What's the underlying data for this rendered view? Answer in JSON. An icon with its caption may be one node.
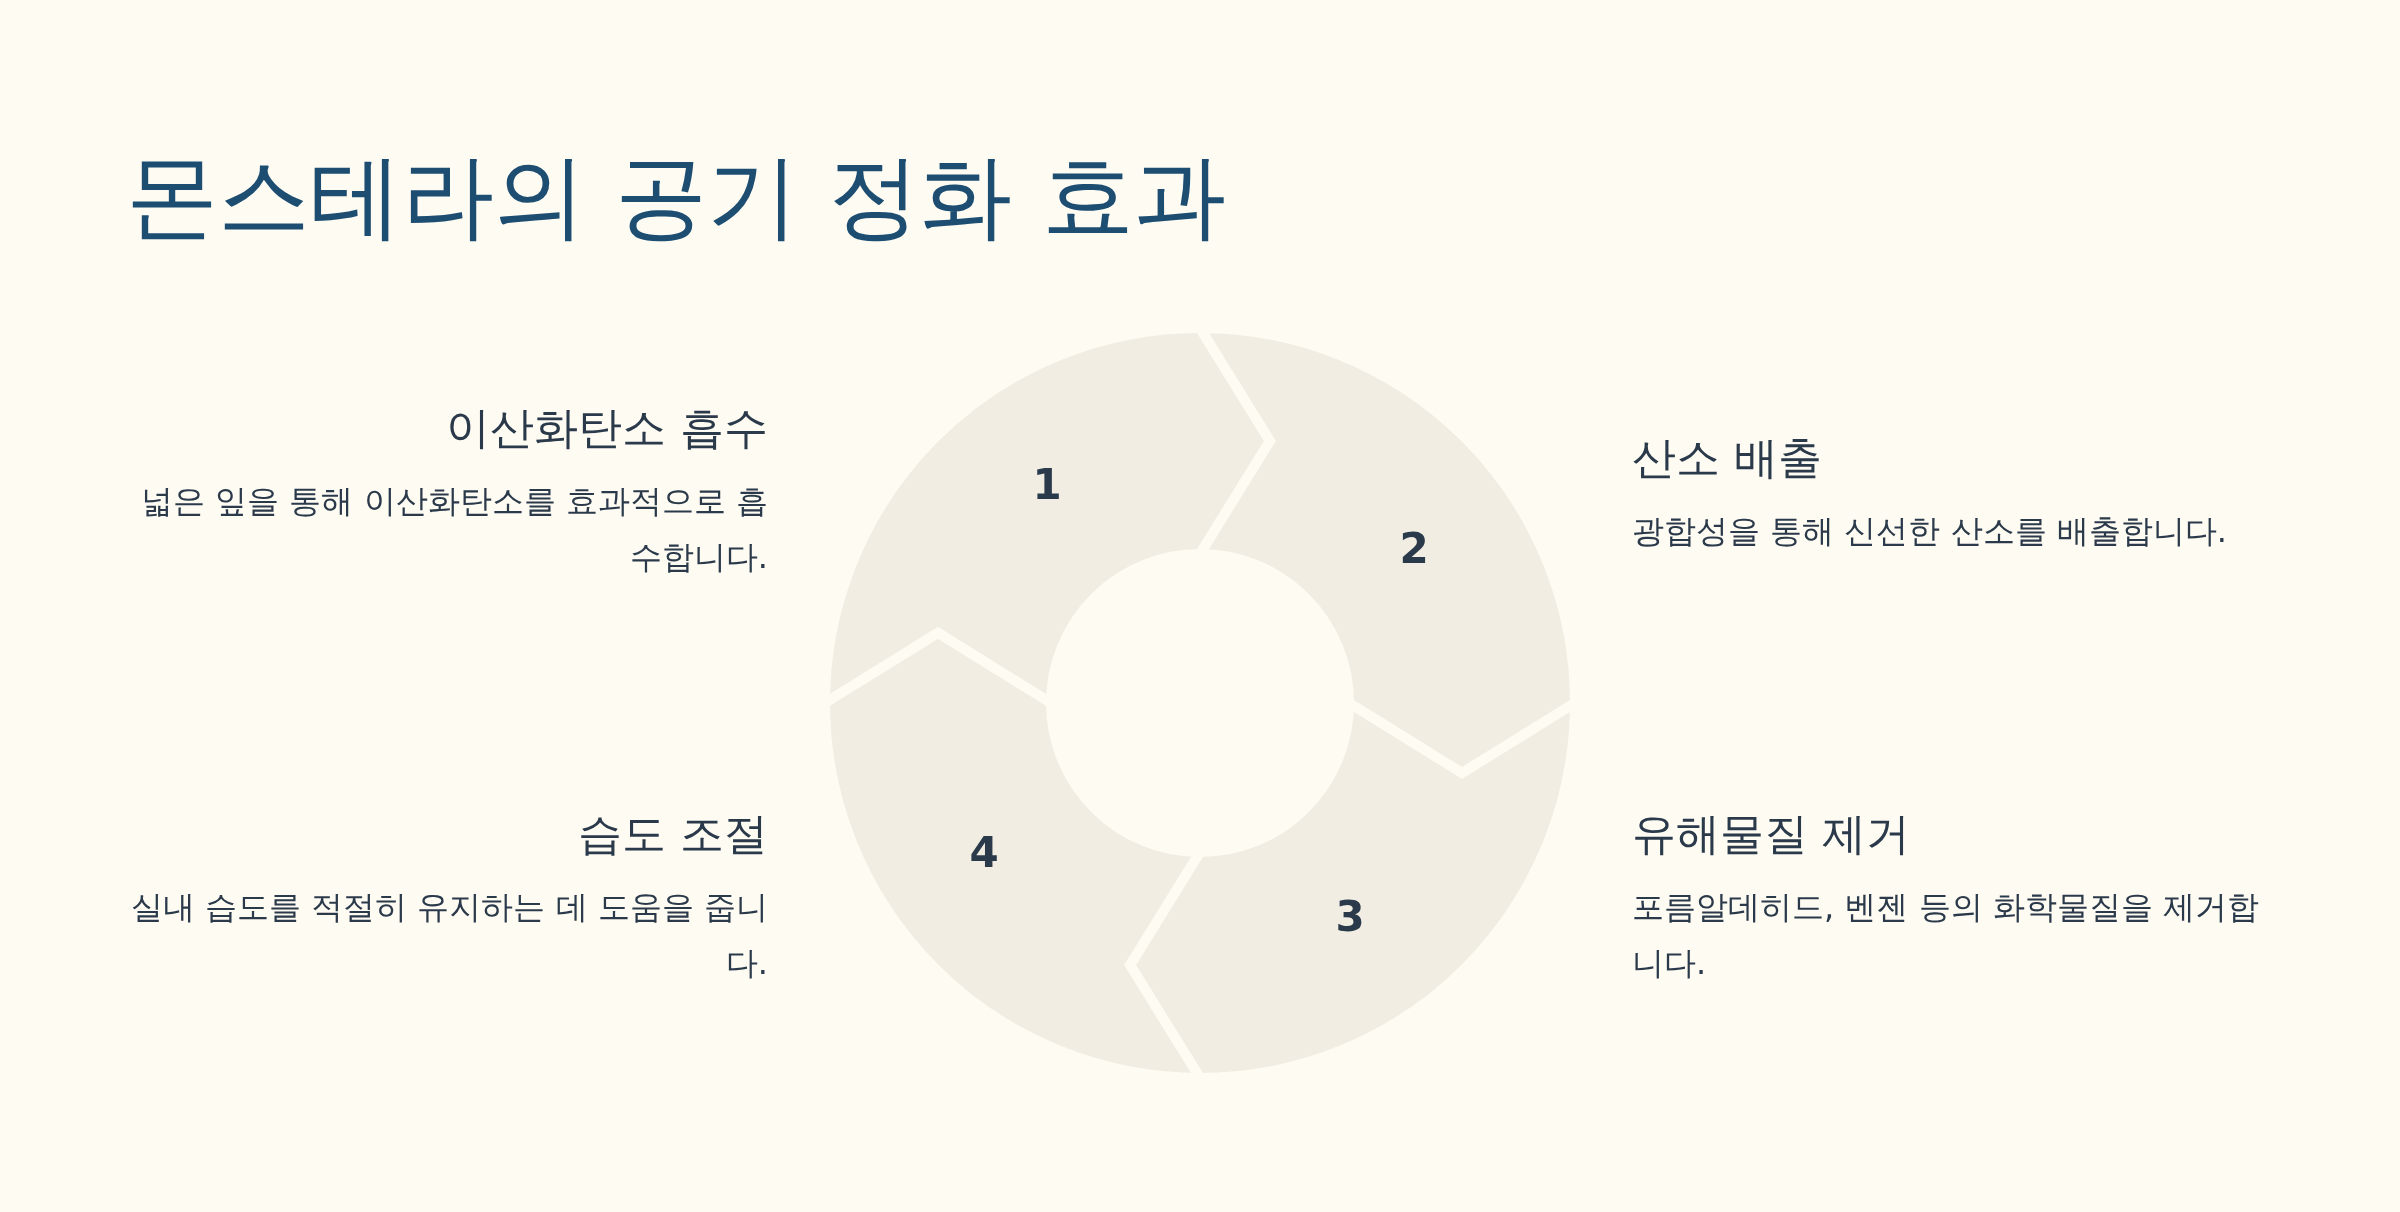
{
  "diagram": {
    "title": "몬스테라의 공기 정화 효과",
    "nodes": [
      {
        "text": [
          "1"
        ],
        "beside": [
          "이산화탄소 흡수",
          "넓은 잎을 통해 이산화탄소를 효과적으로 흡수합니다."
        ]
      },
      {
        "text": [
          "2"
        ],
        "beside": [
          "산소 배출",
          "광합성을 통해 신선한 산소를 배출합니다."
        ]
      },
      {
        "text": [
          "3"
        ],
        "beside": [
          "유해물질 제거",
          "포름알데히드, 벤젠 등의 화학물질을 제거합니다."
        ]
      },
      {
        "text": [
          "4"
        ],
        "beside": [
          "습도 조절",
          "실내 습도를 적절히 유지하는 데 도움을 줍니다."
        ]
      }
    ]
  }
}
